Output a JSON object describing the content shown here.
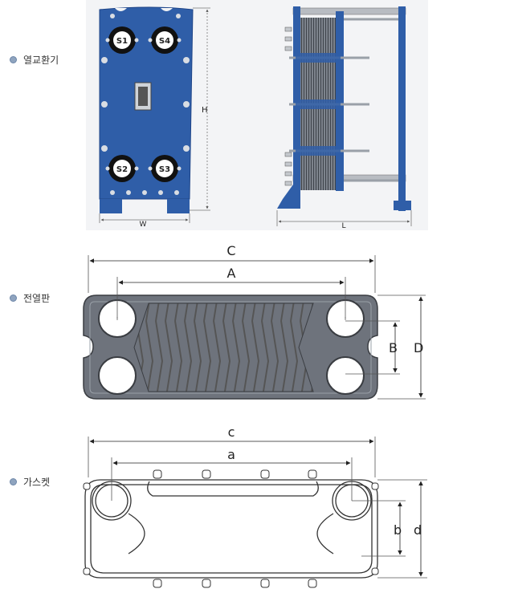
{
  "sections": [
    {
      "id": "exchanger",
      "label": "열교환기"
    },
    {
      "id": "plate",
      "label": "전열판"
    },
    {
      "id": "gasket",
      "label": "가스켓"
    }
  ],
  "exchanger": {
    "ports": [
      "S1",
      "S4",
      "S2",
      "S3"
    ],
    "dim_h": "H",
    "dim_w": "W",
    "dim_l": "L"
  },
  "plate": {
    "dim_c": "C",
    "dim_a": "A",
    "dim_b": "B",
    "dim_d": "D"
  },
  "gasket": {
    "dim_c": "c",
    "dim_a": "a",
    "dim_b": "b",
    "dim_d": "d"
  },
  "colors": {
    "frame_blue": "#2f5ea8",
    "frame_dark": "#1f4588",
    "plate_gray": "#6e737c",
    "line": "#333333"
  }
}
